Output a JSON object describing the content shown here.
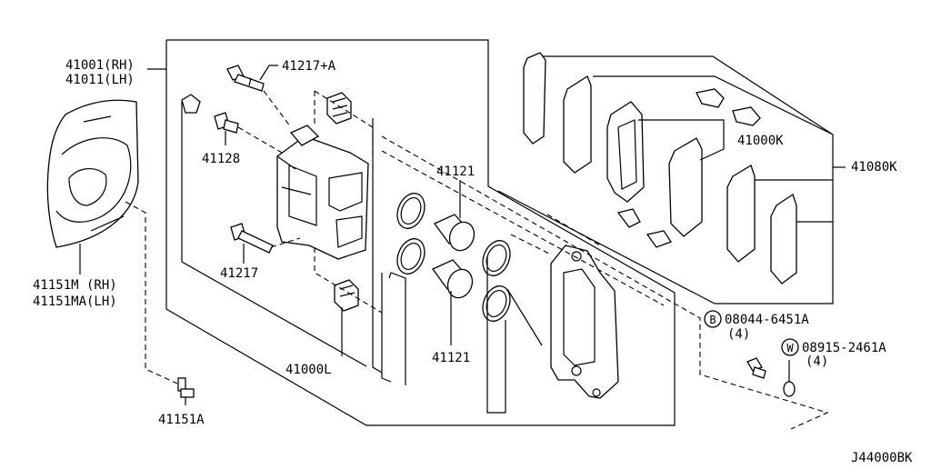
{
  "diagram": {
    "labels": {
      "caliper_rh": "41001(RH)",
      "caliper_lh": "41011(LH)",
      "bolt_a": "41217+A",
      "bleeder": "41128",
      "bolt": "41217",
      "piston_upper": "41121",
      "piston_lower": "41121",
      "caliper_assy": "41000L",
      "pad_kit": "41000K",
      "pad_set": "41080K",
      "plate_rh": "41151M (RH)",
      "plate_lh": "41151MA(LH)",
      "plate_bolt": "41151A",
      "bolt_part": "08044-6451A",
      "bolt_qty": "(4)",
      "washer_part": "08915-2461A",
      "washer_qty": "(4)",
      "bolt_marker": "B",
      "washer_marker": "W",
      "diagram_code": "J44000BK"
    }
  }
}
